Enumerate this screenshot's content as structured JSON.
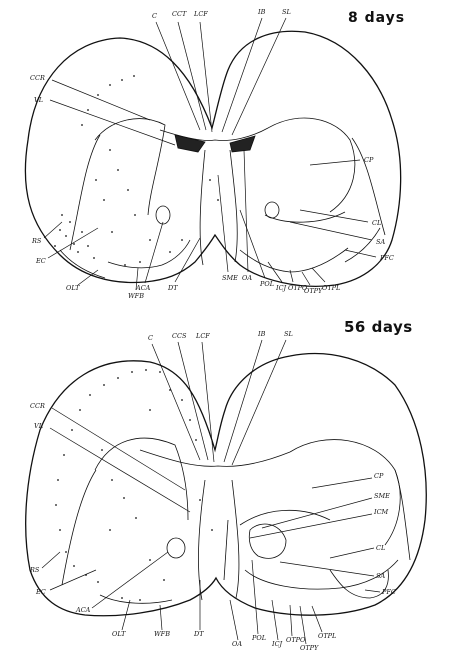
{
  "panels": [
    {
      "title": "8 days",
      "labels": [
        "C",
        "CCT",
        "LCF",
        "IB",
        "SL",
        "CCR",
        "VL",
        "CP",
        "CL",
        "SA",
        "PFC",
        "RS",
        "EC",
        "OLT",
        "ACA",
        "WFB",
        "DT",
        "SME",
        "OA",
        "POL",
        "ICJ",
        "OTPO",
        "OTPY",
        "OTPL"
      ]
    },
    {
      "title": "56 days",
      "labels": [
        "C",
        "CCS",
        "LCF",
        "IB",
        "SL",
        "CCR",
        "VL",
        "CP",
        "SME",
        "ICM",
        "CL",
        "SA",
        "PFC",
        "RS",
        "EC",
        "ACA",
        "OLT",
        "WFB",
        "DT",
        "OA",
        "POL",
        "ICJ",
        "OTPO",
        "OTPY",
        "OTPL"
      ]
    }
  ]
}
